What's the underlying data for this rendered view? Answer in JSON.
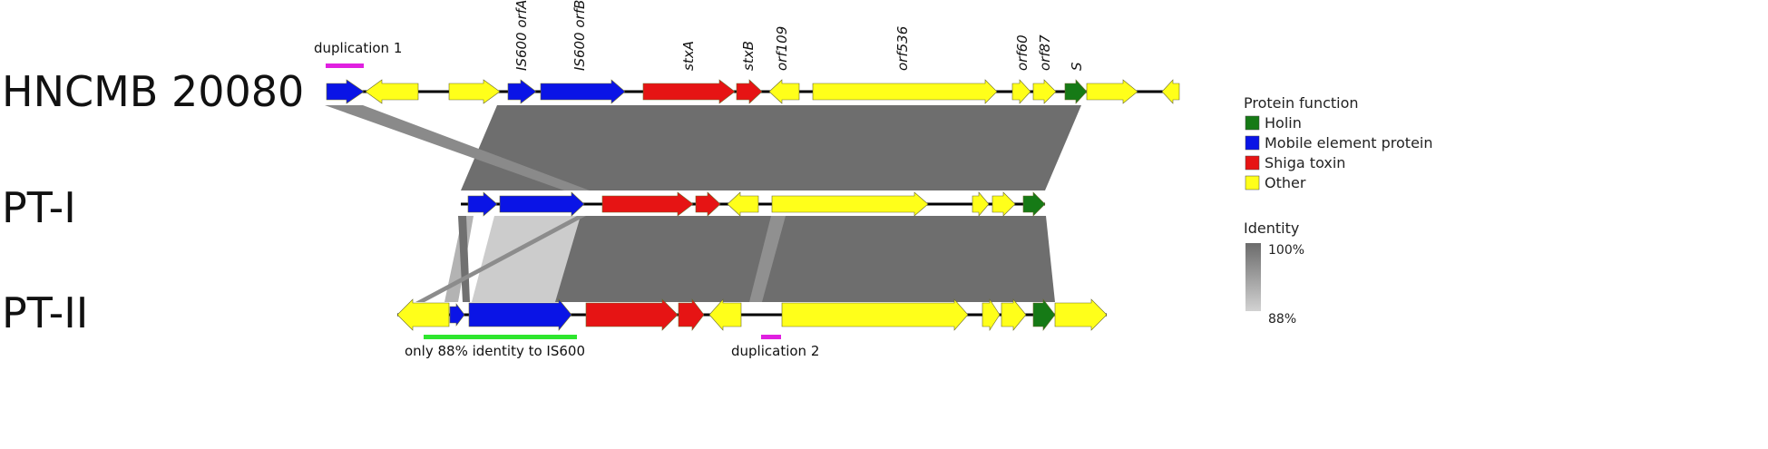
{
  "genomes": [
    {
      "name": "HNCMB 20080"
    },
    {
      "name": "PT-I"
    },
    {
      "name": "PT-II"
    }
  ],
  "gene_labels": [
    "IS600 orfA",
    "IS600 orfB",
    "stxA",
    "stxB",
    "orf109",
    "orf536",
    "orf60",
    "orf87",
    "S"
  ],
  "annotations": {
    "duplication1": "duplication 1",
    "duplication2": "duplication 2",
    "low_identity": "only 88% identity to IS600"
  },
  "legend": {
    "title": "Protein function",
    "items": [
      {
        "label": "Holin",
        "color": "#167a16"
      },
      {
        "label": "Mobile element protein",
        "color": "#0a14e6"
      },
      {
        "label": "Shiga toxin",
        "color": "#e61414"
      },
      {
        "label": "Other",
        "color": "#ffff1a"
      }
    ]
  },
  "identity_scale": {
    "title": "Identity",
    "max_label": "100%",
    "min_label": "88%"
  },
  "colors": {
    "holin": "#167a16",
    "mobile": "#0a14e6",
    "toxin": "#e61414",
    "other": "#ffff1a",
    "duplication_bar": "#e020e0",
    "low_identity_bar": "#2ee62e",
    "identity_high": "#6b6b6b",
    "identity_low": "#cfcfcf"
  }
}
